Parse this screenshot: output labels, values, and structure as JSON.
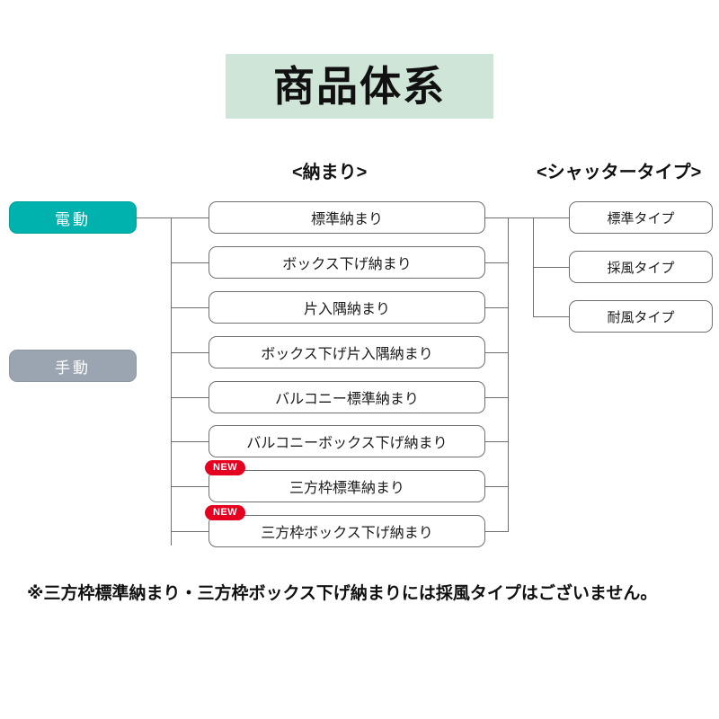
{
  "title": {
    "text": "商品体系",
    "background_color": "#cfe5d8"
  },
  "headers": {
    "osamari": "<納まり>",
    "shutter_type": "<シャッタータイプ>"
  },
  "drive_types": [
    {
      "label": "電動",
      "color": "#00b2ad"
    },
    {
      "label": "手動",
      "color": "#9aa5b1"
    }
  ],
  "osamari_items": [
    {
      "label": "標準納まり",
      "is_new": false,
      "badge": ""
    },
    {
      "label": "ボックス下げ納まり",
      "is_new": false,
      "badge": ""
    },
    {
      "label": "片入隅納まり",
      "is_new": false,
      "badge": ""
    },
    {
      "label": "ボックス下げ片入隅納まり",
      "is_new": false,
      "badge": ""
    },
    {
      "label": "バルコニー標準納まり",
      "is_new": false,
      "badge": ""
    },
    {
      "label": "バルコニーボックス下げ納まり",
      "is_new": false,
      "badge": ""
    },
    {
      "label": "三方枠標準納まり",
      "is_new": true,
      "badge": "NEW"
    },
    {
      "label": "三方枠ボックス下げ納まり",
      "is_new": true,
      "badge": "NEW"
    }
  ],
  "shutter_types": [
    {
      "label": "標準タイプ"
    },
    {
      "label": "採風タイプ"
    },
    {
      "label": "耐風タイプ"
    }
  ],
  "badge_color": "#e60020",
  "footnote": "※三方枠標準納まり・三方枠ボックス下げ納まりには採風タイプはございません。"
}
